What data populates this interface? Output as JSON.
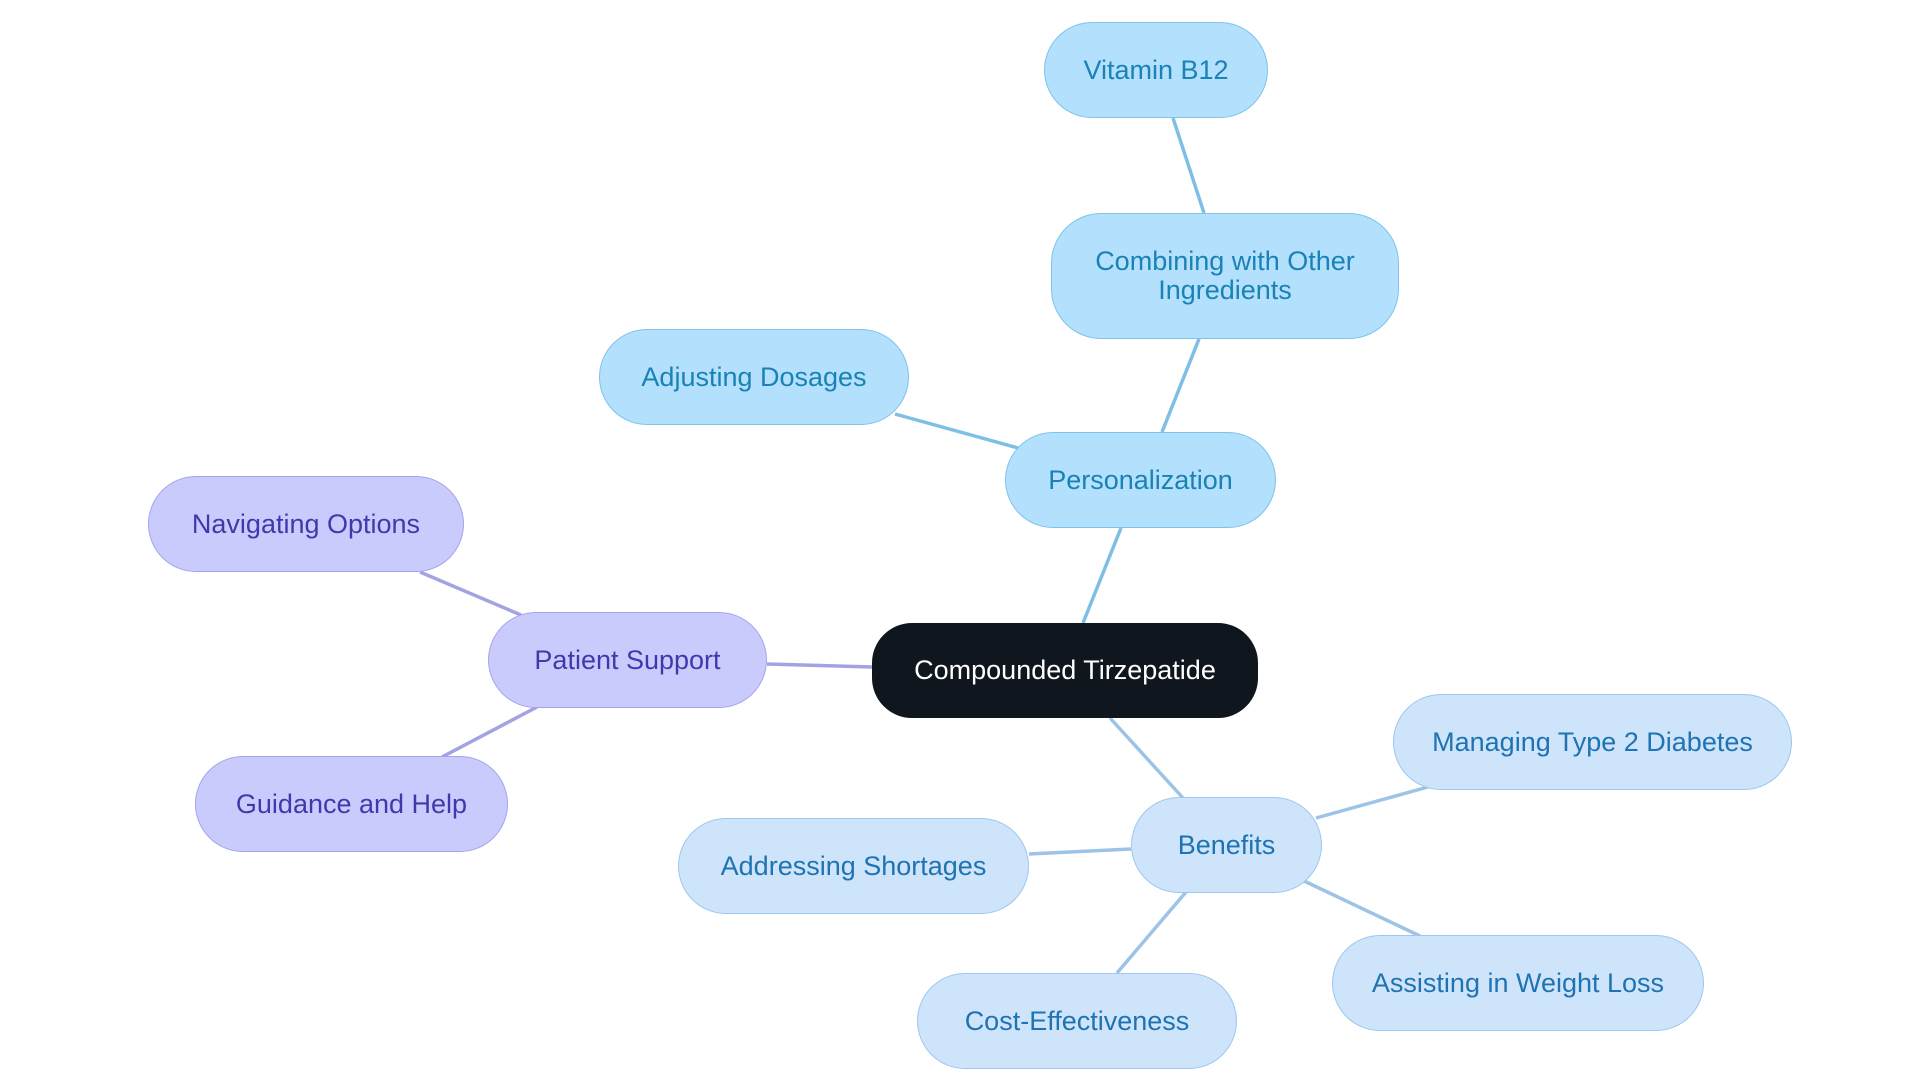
{
  "root": {
    "label": "Compounded Tirzepatide"
  },
  "branches": {
    "personalization": {
      "label": "Personalization",
      "children": {
        "adjusting": {
          "label": "Adjusting Dosages"
        },
        "combining": {
          "label_line1": "Combining with Other",
          "label_line2": "Ingredients",
          "children": {
            "b12": {
              "label": "Vitamin B12"
            }
          }
        }
      }
    },
    "patient_support": {
      "label": "Patient Support",
      "children": {
        "navigating": {
          "label": "Navigating Options"
        },
        "guidance": {
          "label": "Guidance and Help"
        }
      }
    },
    "benefits": {
      "label": "Benefits",
      "children": {
        "managing": {
          "label": "Managing Type 2 Diabetes"
        },
        "addressing": {
          "label": "Addressing Shortages"
        },
        "cost": {
          "label": "Cost-Effectiveness"
        },
        "weight": {
          "label": "Assisting in Weight Loss"
        }
      }
    }
  },
  "colors": {
    "root_fill": "#0f161d",
    "personalization_fill": "#b3e0fc",
    "personalization_text": "#1a82b4",
    "personalization_edge": "#7fbfe3",
    "benefits_fill": "#cde4fb",
    "benefits_text": "#1f73b2",
    "benefits_edge": "#9dc3e6",
    "patient_support_fill": "#cacbfd",
    "patient_support_text": "#3d3bab",
    "patient_support_edge": "#a3a3e3"
  }
}
